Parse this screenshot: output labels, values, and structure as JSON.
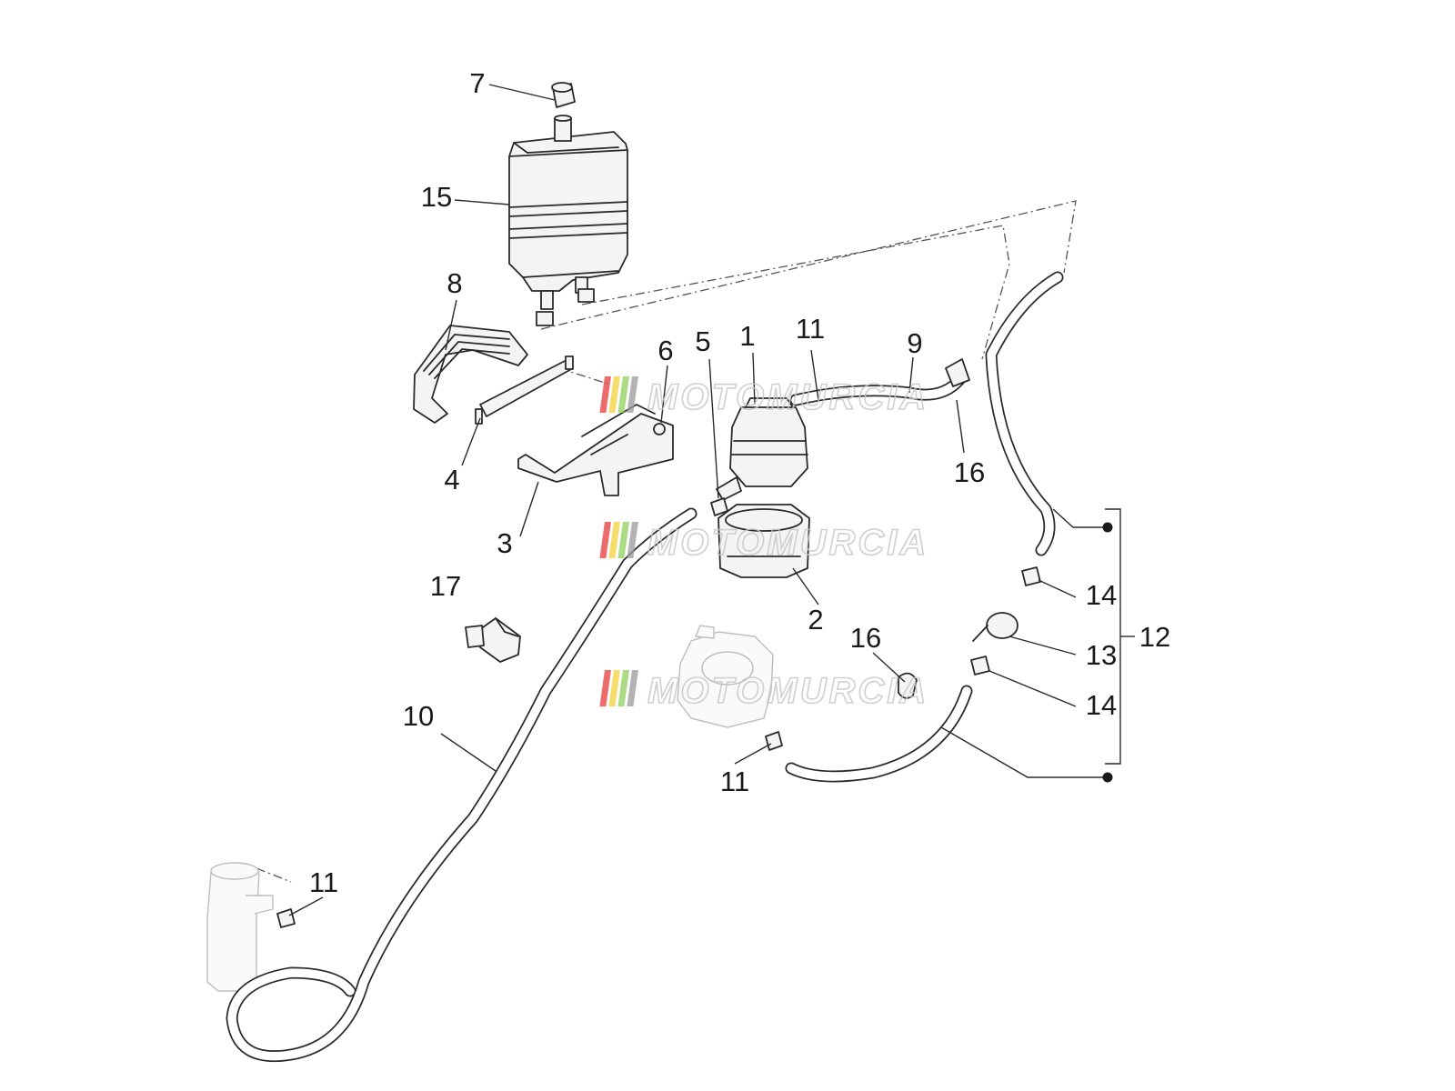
{
  "callouts": {
    "c1": "1",
    "c2": "2",
    "c3": "3",
    "c4": "4",
    "c5": "5",
    "c6": "6",
    "c7": "7",
    "c8": "8",
    "c9": "9",
    "c10": "10",
    "c11a": "11",
    "c11b": "11",
    "c11c": "11",
    "c12": "12",
    "c13": "13",
    "c14a": "14",
    "c14b": "14",
    "c15": "15",
    "c16a": "16",
    "c16b": "16",
    "c17": "17"
  },
  "watermark": {
    "text": "MOTOMURCIA",
    "stripe_colors": [
      "#e63b3b",
      "#f3d23a",
      "#8fcf5a",
      "#9a9a9a"
    ]
  }
}
